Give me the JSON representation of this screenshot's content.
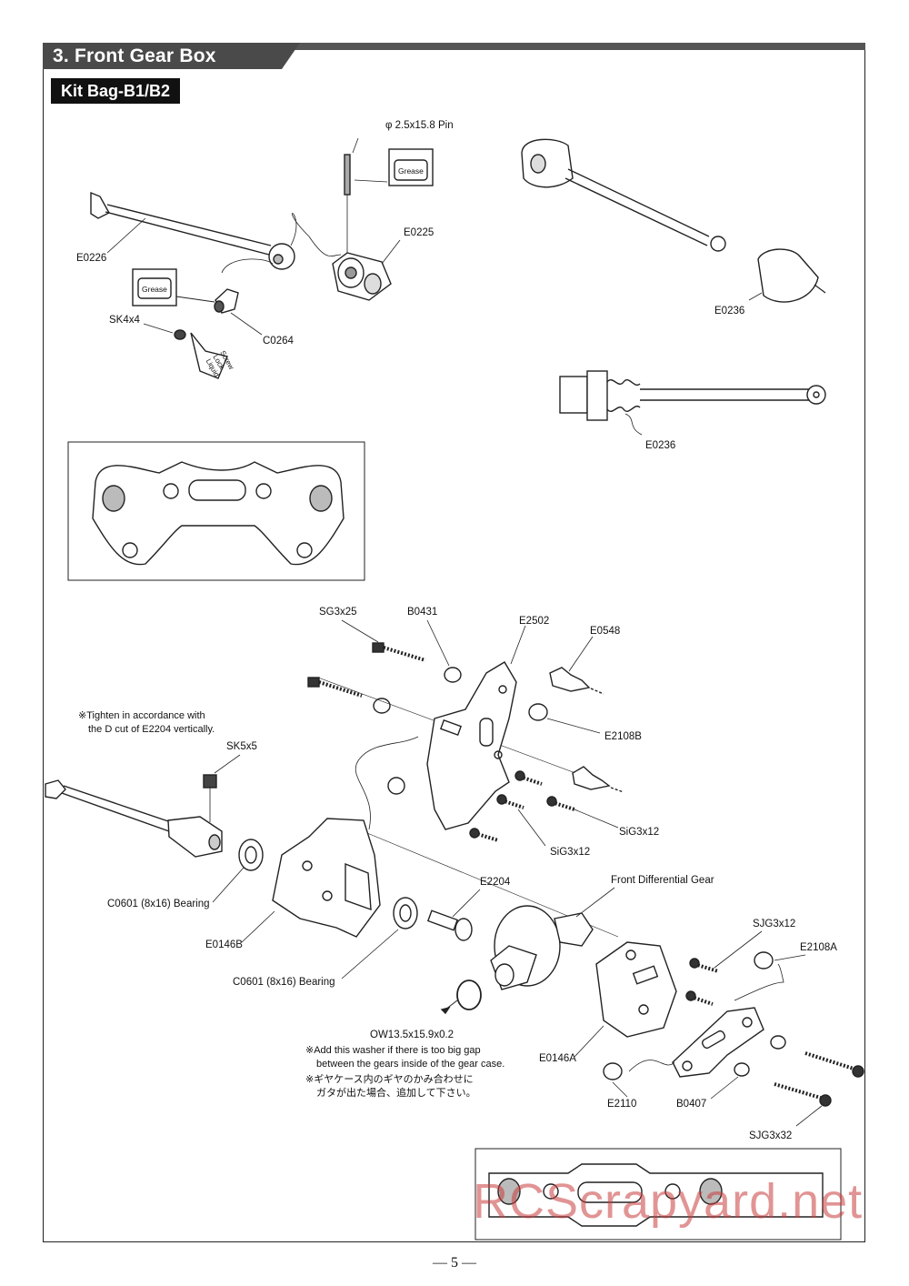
{
  "section_title": "3. Front Gear Box",
  "kit_bag": "Kit Bag-B1/B2",
  "labels": {
    "pin": "φ 2.5x15.8 Pin",
    "grease1": "Grease",
    "grease2": "Grease",
    "e0225": "E0225",
    "e0226": "E0226",
    "sk4x4": "SK4x4",
    "c0264": "C0264",
    "screw_lock": "Screw Lock Liquid",
    "e0236_a": "E0236",
    "e0236_b": "E0236",
    "sg3x25": "SG3x25",
    "b0431": "B0431",
    "e2502": "E2502",
    "e0548": "E0548",
    "e2108b": "E2108B",
    "sig3x12_a": "SiG3x12",
    "sig3x12_b": "SiG3x12",
    "sk5x5": "SK5x5",
    "c0601_a": "C0601 (8x16) Bearing",
    "e0146b": "E0146B",
    "c0601_b": "C0601 (8x16) Bearing",
    "e2204": "E2204",
    "front_diff": "Front Differential Gear",
    "sjg3x12": "SJG3x12",
    "e2108a": "E2108A",
    "ow": "OW13.5x15.9x0.2",
    "e0146a": "E0146A",
    "e2110": "E2110",
    "b0407": "B0407",
    "sjg3x32": "SJG3x32"
  },
  "notes": {
    "tighten_1": "※Tighten in accordance with",
    "tighten_2": "the D cut of E2204 vertically.",
    "washer_1": "※Add this washer if there is too big gap",
    "washer_2": "between the gears inside of the gear case.",
    "washer_jp_1": "※ギヤケース内のギヤのかみ合わせに",
    "washer_jp_2": "ガタが出た場合、追加して下さい。"
  },
  "watermark": "RCScrapyard.net",
  "page_number": "— 5 —"
}
